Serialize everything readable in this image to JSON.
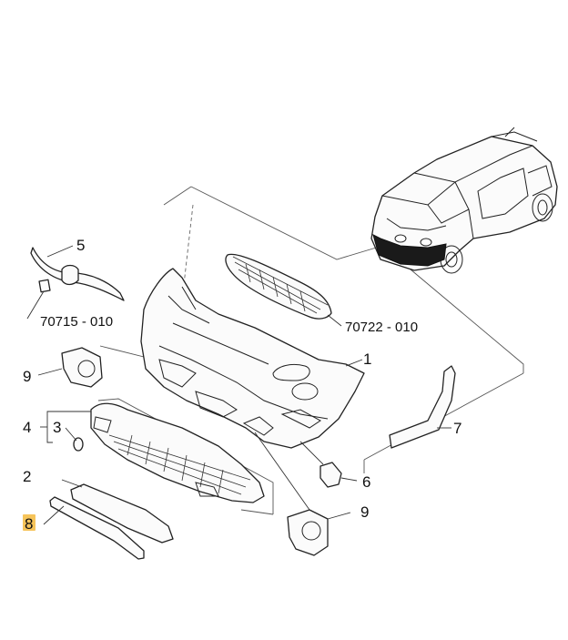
{
  "callouts": {
    "c1": "1",
    "c2": "2",
    "c3": "3",
    "c4": "4",
    "c5": "5",
    "c6": "6",
    "c7": "7",
    "c8": "8",
    "c9a": "9",
    "c9b": "9"
  },
  "codes": {
    "grille_badge": "70715 - 010",
    "mesh_grille": "70722 - 010"
  },
  "colors": {
    "highlight": "#f6c45a",
    "line": "#222222"
  },
  "highlighted_callout": "8"
}
